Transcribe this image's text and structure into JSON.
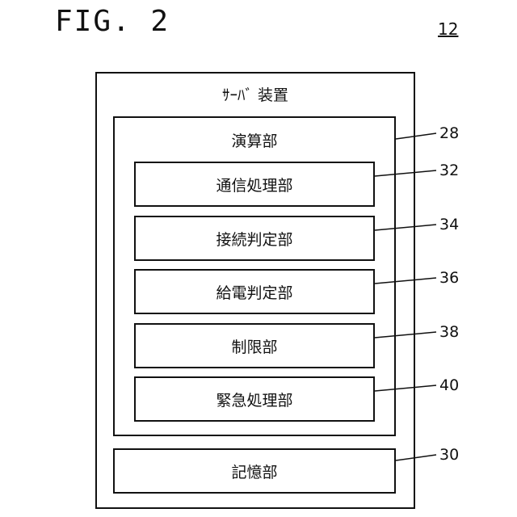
{
  "figure": {
    "title": "FIG. 2",
    "ref": "12"
  },
  "server": {
    "label": "ｻｰﾊﾞ 装置"
  },
  "calc_unit": {
    "label": "演算部",
    "ref": "28"
  },
  "modules": [
    {
      "label": "通信処理部",
      "ref": "32"
    },
    {
      "label": "接続判定部",
      "ref": "34"
    },
    {
      "label": "給電判定部",
      "ref": "36"
    },
    {
      "label": "制限部",
      "ref": "38"
    },
    {
      "label": "緊急処理部",
      "ref": "40"
    }
  ],
  "storage": {
    "label": "記憶部",
    "ref": "30"
  }
}
